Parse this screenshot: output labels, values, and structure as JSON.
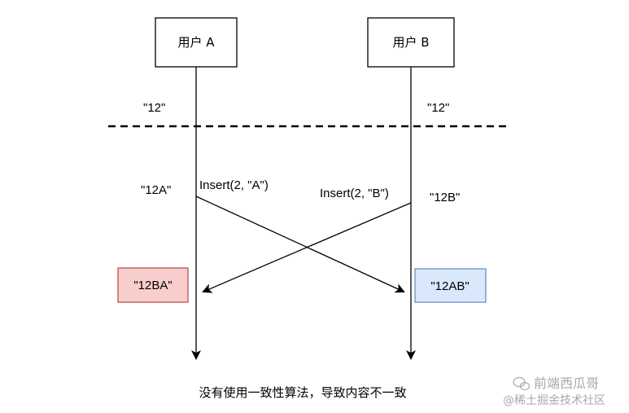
{
  "participants": [
    {
      "label": "用户 A"
    },
    {
      "label": "用户 B"
    }
  ],
  "initial_states": {
    "a": "\"12\"",
    "b": "\"12\""
  },
  "local_states": {
    "a": "\"12A\"",
    "b": "\"12B\""
  },
  "operations": {
    "a": "Insert(2, \"A\")",
    "b": "Insert(2, \"B\")"
  },
  "results": {
    "a": {
      "text": "\"12BA\"",
      "fill": "#f8cecc",
      "stroke": "#b85450"
    },
    "b": {
      "text": "\"12AB\"",
      "fill": "#dae8fc",
      "stroke": "#6c8ebf"
    }
  },
  "caption": "没有使用一致性算法，导致内容不一致",
  "watermark": {
    "line1": "前端西瓜哥",
    "line2": "@稀土掘金技术社区"
  }
}
